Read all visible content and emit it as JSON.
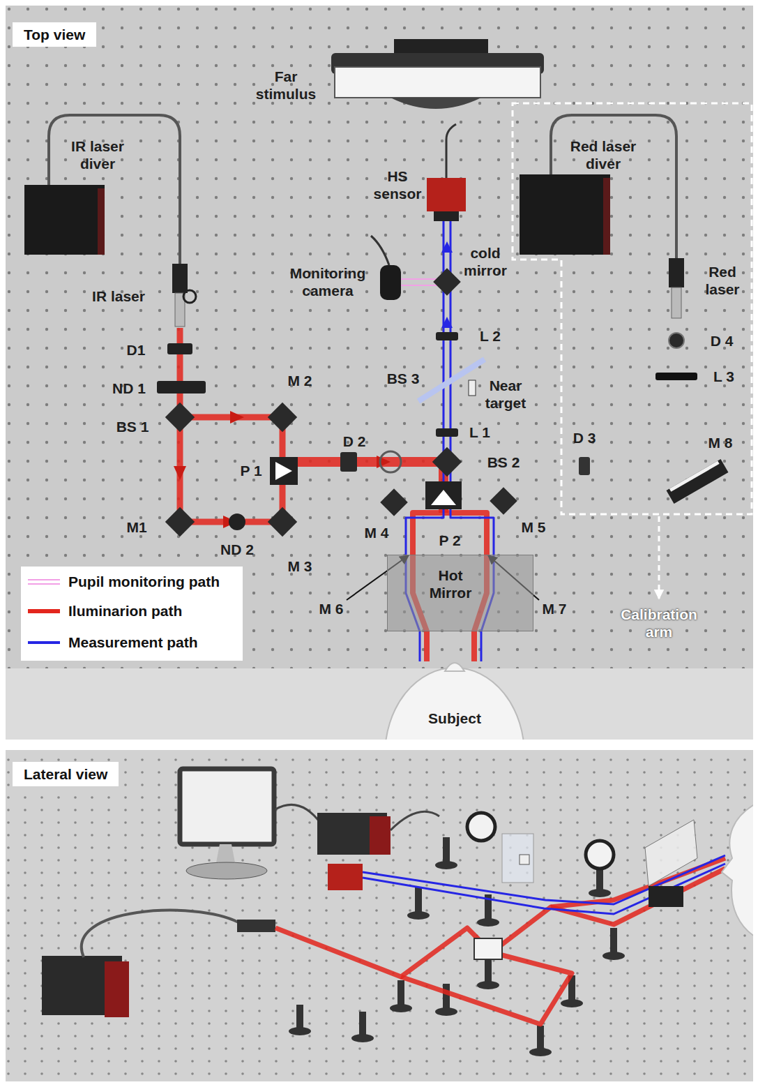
{
  "diagram": {
    "nodes": [
      {
        "text": [
          "Top view"
        ]
      },
      {
        "text": [
          "Hot Mirror"
        ],
        "in": 0
      },
      {
        "text": [
          "Lateral view"
        ]
      }
    ],
    "labels": [
      "Far stimulus",
      "IR laser diver",
      "Red laser diver",
      "HS sensor",
      "Monitoring camera",
      "cold mirror",
      "Red laser",
      "IR laser",
      "L 2",
      "D 4",
      "D1",
      "L 3",
      "M 2",
      "BS 3",
      "Near target",
      "ND 1",
      "BS 1",
      "L 1",
      "D 3",
      "M 8",
      "D 2",
      "P 1",
      "BS 2",
      "M1",
      "M 4",
      "M 5",
      "P 2",
      "ND 2",
      "M 3",
      "M 6",
      "M 7",
      "Calibration arm",
      "Subject"
    ],
    "legend": [
      {
        "text": "Pupil monitoring path"
      },
      {
        "text": "Iluminarion path"
      },
      {
        "text": "Measurement path"
      }
    ]
  }
}
